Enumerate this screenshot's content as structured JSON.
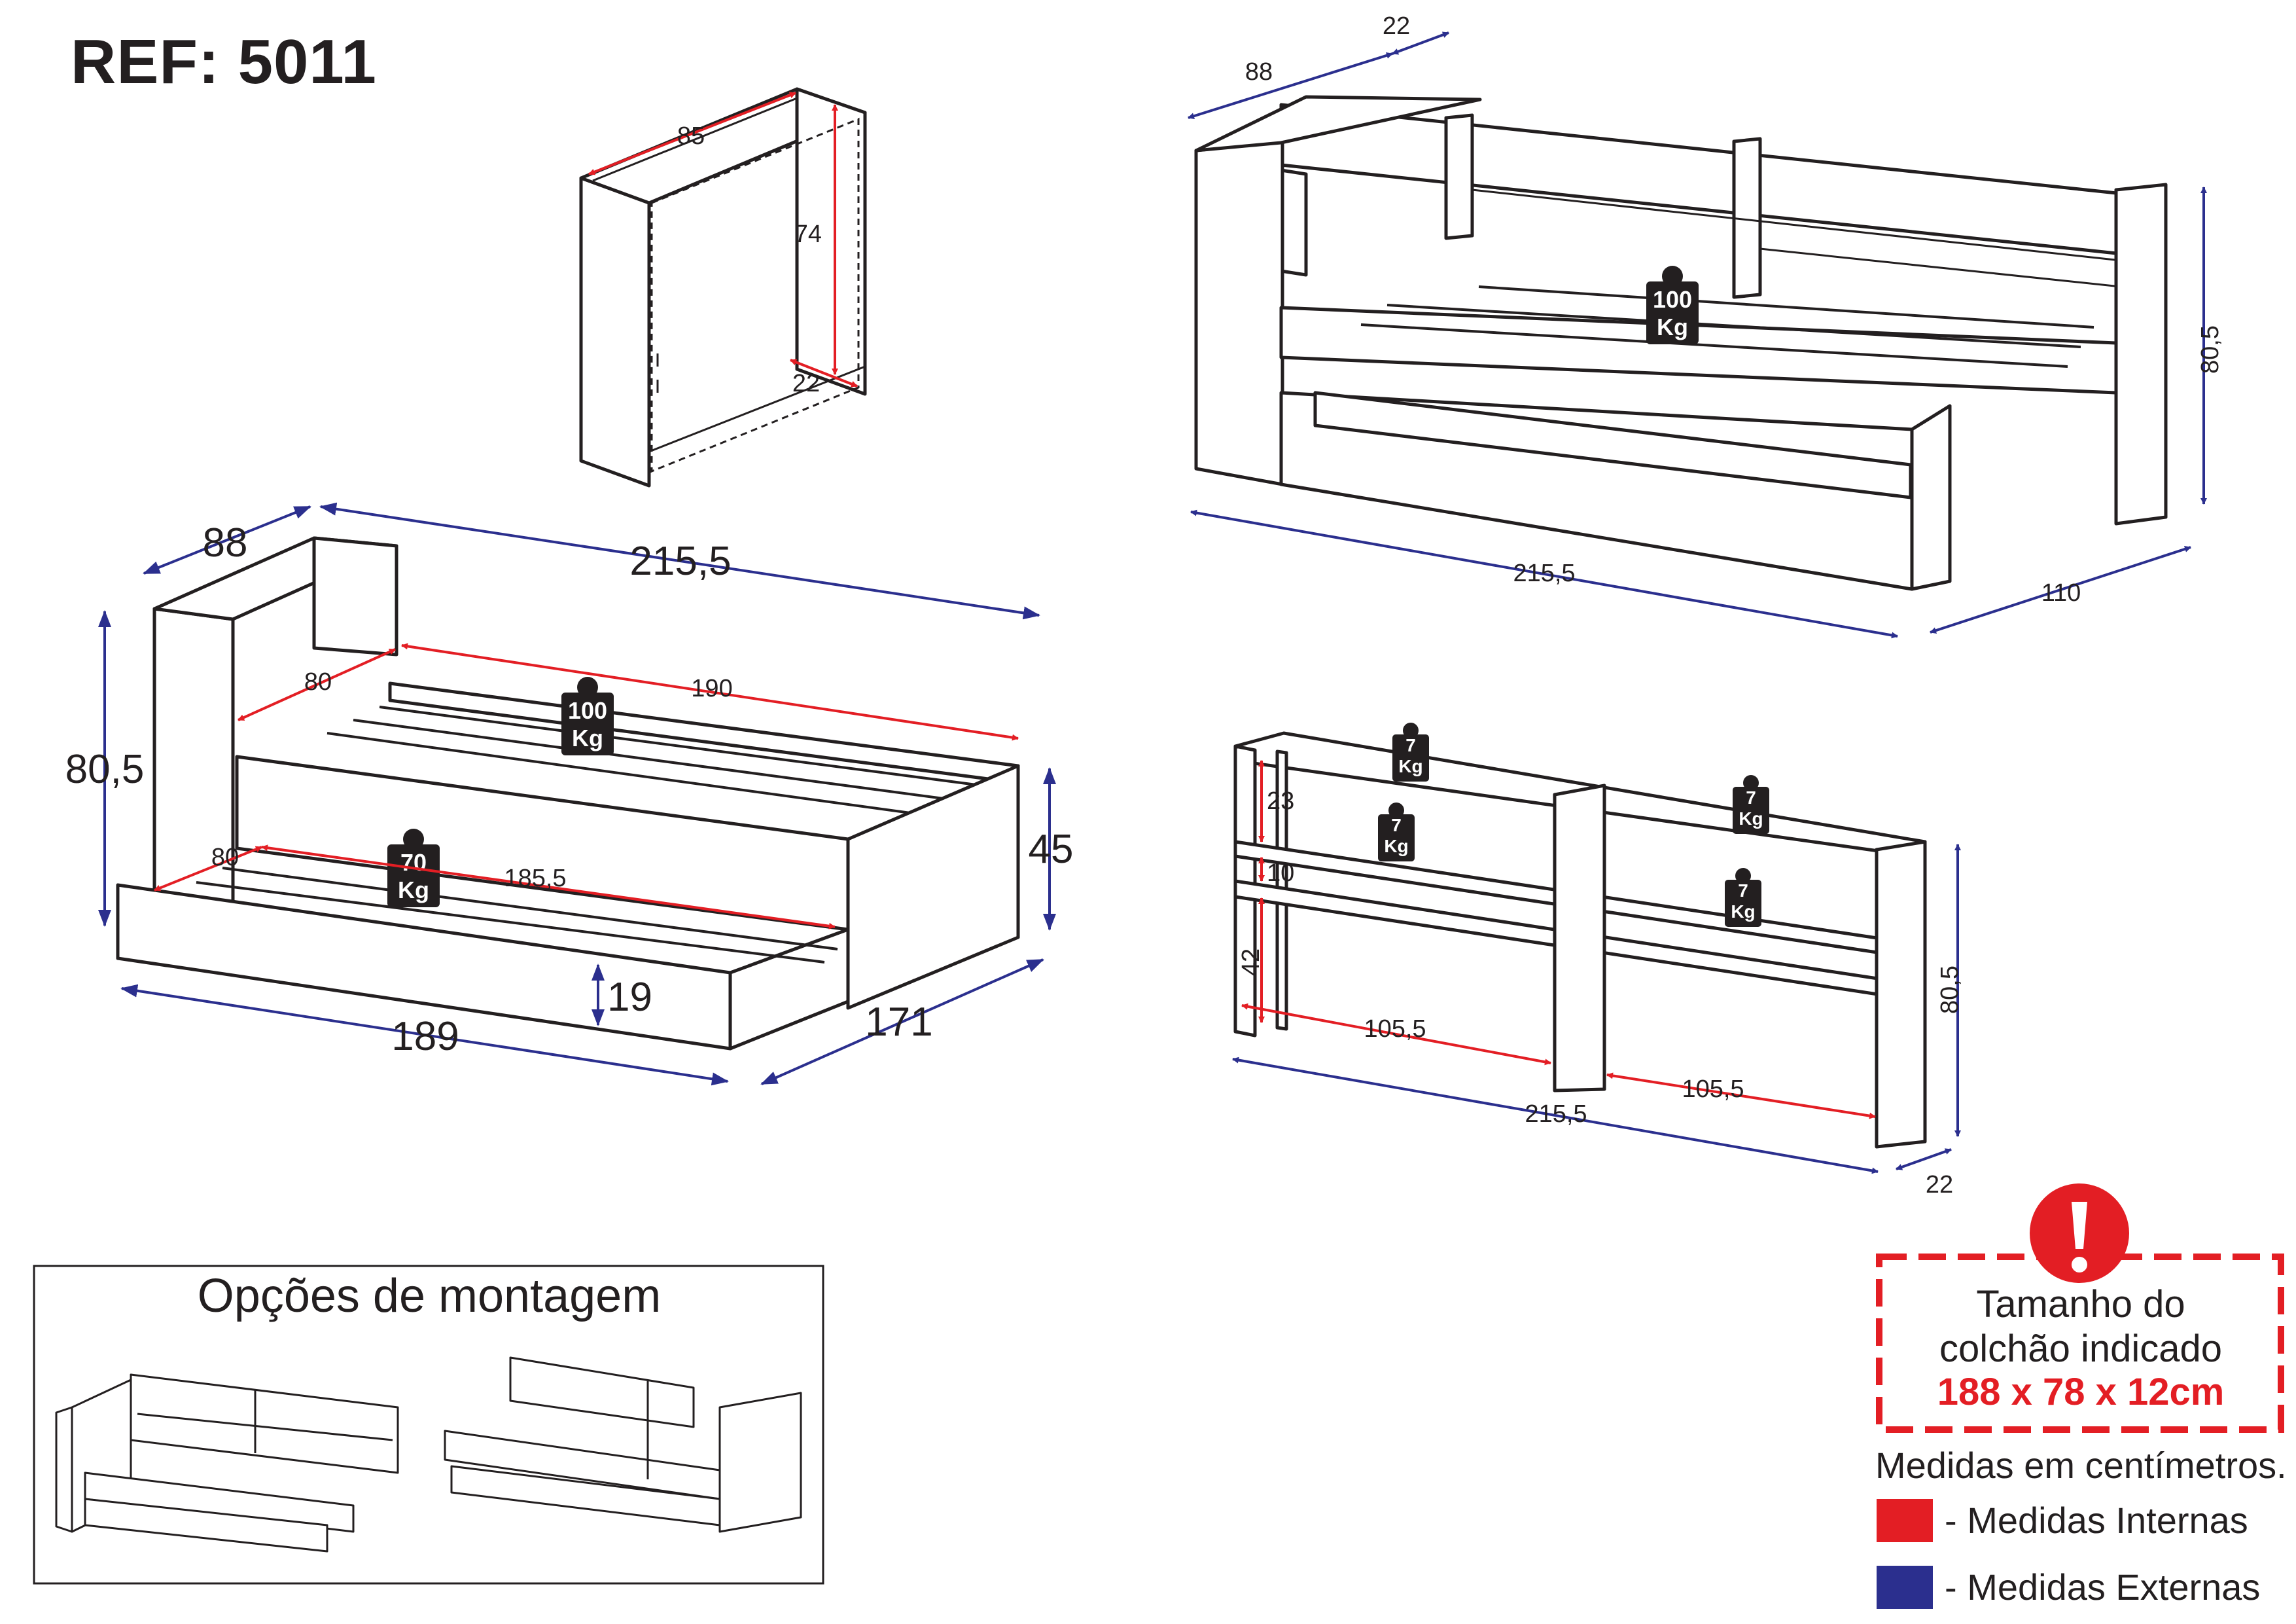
{
  "header": {
    "ref": "REF: 5011"
  },
  "drawers_view": {
    "dims": {
      "width": "85",
      "height": "74",
      "depth": "22"
    }
  },
  "bed_view": {
    "external": {
      "depth": "88",
      "length": "215,5",
      "height": "80,5",
      "bed_length": "189",
      "width": "171",
      "side_height": "45",
      "trundle_height": "19"
    },
    "internal": {
      "headboard_depth": "80",
      "length": "190",
      "trundle_depth": "80",
      "trundle_length": "185,5"
    },
    "weights": {
      "bed": {
        "value": "100",
        "unit": "Kg"
      },
      "trundle": {
        "value": "70",
        "unit": "Kg"
      }
    }
  },
  "sofa_view": {
    "external": {
      "depth": "88",
      "top_depth": "22",
      "height": "80,5",
      "length": "215,5",
      "width": "110"
    },
    "weights": {
      "bed": {
        "value": "100",
        "unit": "Kg"
      }
    }
  },
  "shelf_view": {
    "internal": {
      "shelf_top": "23",
      "shelf_mid": "10",
      "shelf_low": "42",
      "left_span": "105,5",
      "right_span": "105,5"
    },
    "external": {
      "length": "215,5",
      "height": "80,5",
      "depth": "22"
    },
    "weights": [
      {
        "value": "7",
        "unit": "Kg"
      },
      {
        "value": "7",
        "unit": "Kg"
      },
      {
        "value": "7",
        "unit": "Kg"
      },
      {
        "value": "7",
        "unit": "Kg"
      }
    ]
  },
  "assembly": {
    "title": "Opções de montagem"
  },
  "mattress_notice": {
    "icon": "exclamation-icon",
    "line1": "Tamanho do",
    "line2": "colchão indicado",
    "size": "188 x 78 x 12cm"
  },
  "units_note": "Medidas em centímetros.",
  "legend": {
    "internal": {
      "label": "- Medidas Internas",
      "color": "#e31e24"
    },
    "external": {
      "label": "- Medidas Externas",
      "color": "#2b2f8e"
    }
  },
  "colors": {
    "line": "#231f20",
    "internal": "#e31e24",
    "external": "#2b2f8e",
    "weight_icon": "#231f20"
  }
}
